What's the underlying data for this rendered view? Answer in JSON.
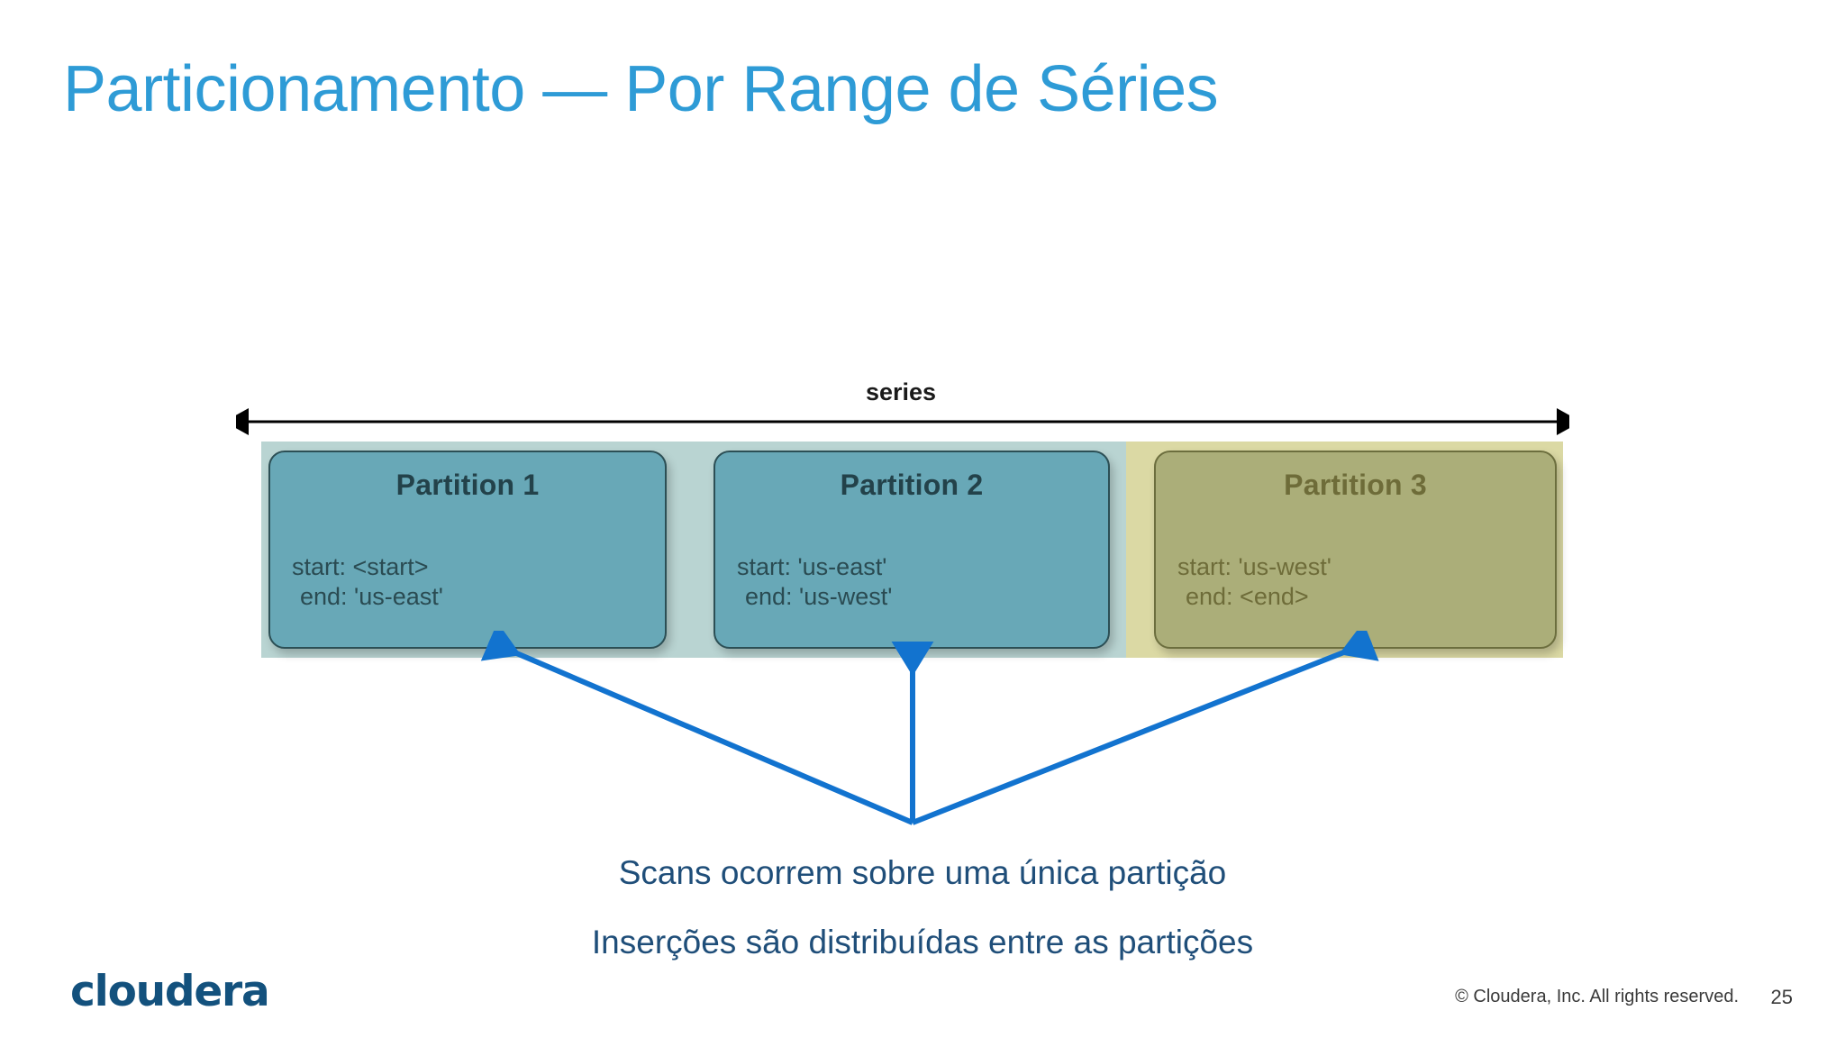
{
  "slide": {
    "title": "Particionamento — Por Range de Séries",
    "page_number": "25",
    "title_color": "#2e9bd6"
  },
  "diagram": {
    "axis_label": "series",
    "axis_type": "double-headed-arrow",
    "band_teal_color": "#b9d4d2",
    "band_olive_color": "#dbd9a4",
    "arrow_color": "#1273cf",
    "partitions": [
      {
        "title": "Partition 1",
        "start_line": "start: <start>",
        "end_line": " end: 'us-east'",
        "fill": "#68a8b7",
        "text_color": "#23424a"
      },
      {
        "title": "Partition 2",
        "start_line": "start: 'us-east'",
        "end_line": " end: 'us-west'",
        "fill": "#68a8b7",
        "text_color": "#23424a"
      },
      {
        "title": "Partition 3",
        "start_line": "start: 'us-west'",
        "end_line": " end: <end>",
        "fill": "#abae79",
        "text_color": "#6e6c39"
      }
    ]
  },
  "captions": {
    "line1": "Scans ocorrem sobre uma única partição",
    "line2": "Inserções são distribuídas entre as partições",
    "color": "#1f4e79"
  },
  "footer": {
    "logo_text": "cloudera",
    "logo_color": "#13517d",
    "copyright": "© Cloudera, Inc. All rights reserved."
  }
}
